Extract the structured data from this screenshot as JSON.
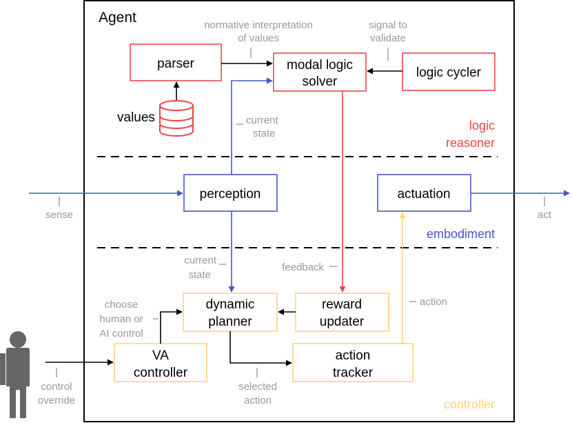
{
  "agent_label": "Agent",
  "colors": {
    "logic": "#ee4444",
    "embodiment": "#4455cc",
    "controller": "#ffd27a",
    "note": "#999999",
    "human": "#666666"
  },
  "nodes": {
    "parser": "parser",
    "modal_solver_line1": "modal logic",
    "modal_solver_line2": "solver",
    "logic_cycler": "logic cycler",
    "values": "values",
    "perception": "perception",
    "actuation": "actuation",
    "dynamic_planner_line1": "dynamic",
    "dynamic_planner_line2": "planner",
    "reward_updater_line1": "reward",
    "reward_updater_line2": "updater",
    "va_controller_line1": "VA",
    "va_controller_line2": "controller",
    "action_tracker_line1": "action",
    "action_tracker_line2": "tracker"
  },
  "sections": {
    "logic_line1": "logic",
    "logic_line2": "reasoner",
    "embodiment": "embodiment",
    "controller": "controller"
  },
  "annotations": {
    "normative_line1": "normative interpretation",
    "normative_line2": "of values",
    "signal_line1": "signal to",
    "signal_line2": "validate",
    "current_state_top_line1": "current",
    "current_state_top_line2": "state",
    "sense": "sense",
    "act": "act",
    "current_state_mid_line1": "current",
    "current_state_mid_line2": "state",
    "feedback": "feedback",
    "choose_line1": "choose",
    "choose_line2": "human or",
    "choose_line3": "AI control",
    "action": "action",
    "selected_line1": "selected",
    "selected_line2": "action",
    "control_line1": "control",
    "control_line2": "override"
  }
}
